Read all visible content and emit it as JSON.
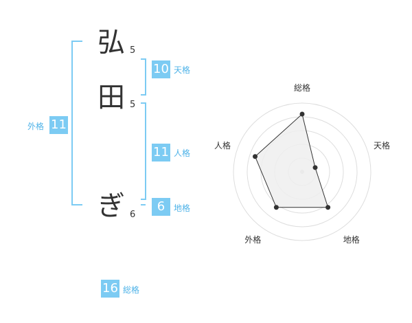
{
  "name": {
    "chars": [
      {
        "char": "弘",
        "strokes": "5"
      },
      {
        "char": "田",
        "strokes": "5"
      },
      {
        "char": "ぎ",
        "strokes": "6"
      }
    ]
  },
  "kakusu": {
    "tenkaku": {
      "value": "10",
      "label": "天格"
    },
    "jinkaku": {
      "value": "11",
      "label": "人格"
    },
    "chikaku": {
      "value": "6",
      "label": "地格"
    },
    "gaikaku": {
      "value": "11",
      "label": "外格"
    },
    "soukaku": {
      "value": "16",
      "label": "総格"
    }
  },
  "colors": {
    "accent": "#7ccbf3",
    "label": "#4fb3e8",
    "text": "#333333",
    "grid": "#dddddd",
    "fill": "#efefef"
  },
  "chart_data": {
    "type": "radar",
    "axes": [
      "総格",
      "天格",
      "地格",
      "外格",
      "人格"
    ],
    "values": [
      4.2,
      1.0,
      3.2,
      3.2,
      3.6
    ],
    "rmax": 5,
    "rings": 5
  }
}
